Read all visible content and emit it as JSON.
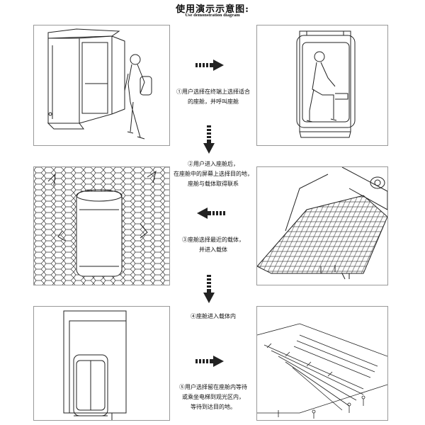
{
  "header": {
    "title": "使用演示示意图:",
    "subtitle": "Use demonstration diagram"
  },
  "steps": [
    {
      "text": "①用户选择在终端上选择适合\n的座舱，并呼叫座舱"
    },
    {
      "text": "②用户进入座舱后，\n在座舱中的屏幕上选择目的地，\n座舱与载体取得联系"
    },
    {
      "text": "③座舱选择最近的载体，\n并进入载体"
    },
    {
      "text": "④座舱进入载体内"
    },
    {
      "text": "⑤用户选择留在座舱内等待\n或乘坐电梯到观光区内，\n等待到达目的地。"
    }
  ],
  "arrows": [
    {
      "direction": "right"
    },
    {
      "direction": "down"
    },
    {
      "direction": "left"
    },
    {
      "direction": "down"
    },
    {
      "direction": "right"
    }
  ]
}
